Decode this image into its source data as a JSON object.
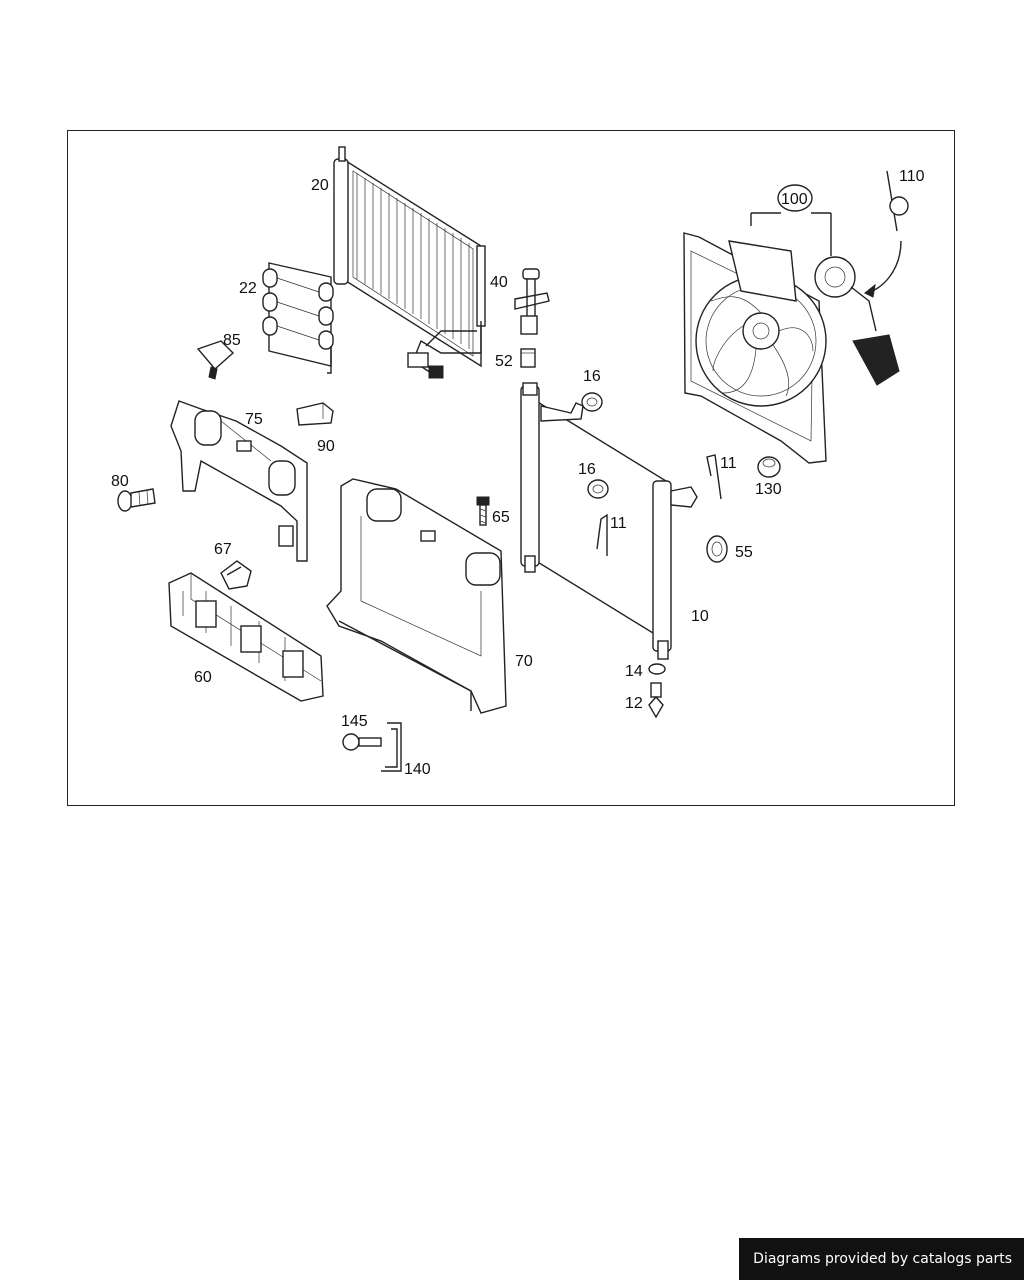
{
  "diagram": {
    "callouts": {
      "c10": "10",
      "c11a": "11",
      "c11b": "11",
      "c12": "12",
      "c14": "14",
      "c16a": "16",
      "c16b": "16",
      "c20": "20",
      "c22": "22",
      "c40": "40",
      "c52": "52",
      "c55": "55",
      "c60": "60",
      "c65": "65",
      "c67": "67",
      "c70": "70",
      "c75": "75",
      "c80": "80",
      "c85": "85",
      "c90": "90",
      "c100": "100",
      "c110": "110",
      "c130": "130",
      "c140": "140",
      "c145": "145"
    }
  },
  "footer": {
    "text": "Diagrams provided by catalogs parts"
  }
}
